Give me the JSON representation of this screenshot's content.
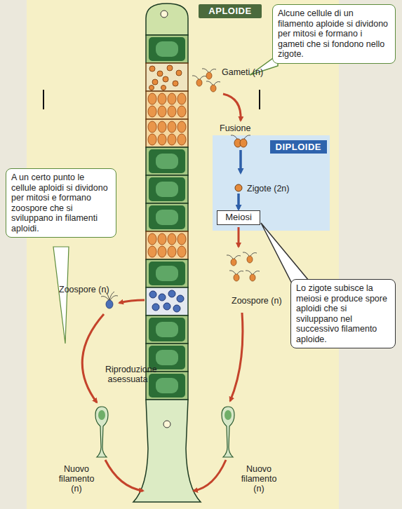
{
  "diagram": {
    "nodes": [
      {
        "text": [
          "APLOIDE"
        ]
      },
      {
        "text": [
          "Alcune cellule di un filamento aploide si dividono per mitosi e formano i gameti che si fondono nello zigote."
        ]
      },
      {
        "text": [
          "DIPLOIDE"
        ]
      },
      {
        "text": [
          "Meiosi"
        ],
        "in": 2
      },
      {
        "text": [
          "Lo zigote subisce la meiosi e produce spore aploidi che si sviluppano nel successivo filamento aploide."
        ]
      },
      {
        "text": [
          "A un certo punto le cellule aploidi si dividono per mitosi e formano zoospore che si sviluppano in filamenti aploidi."
        ]
      }
    ],
    "labels": [
      "Gameti (n)",
      "Fusione",
      "Zigote (2n)",
      "Zoospore (n)",
      "Zoospore (n)",
      "Riproduzione asessuata",
      "Nuovo filamento (n)",
      "Nuovo filamento (n)"
    ]
  }
}
